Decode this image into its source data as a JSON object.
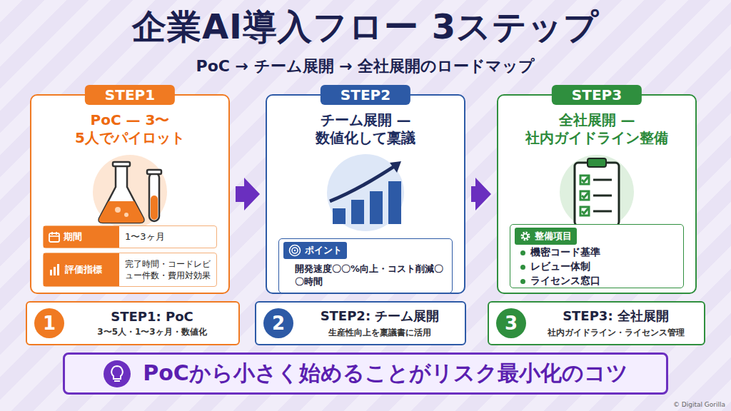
{
  "diagram": {
    "title": "企業AI導入フロー 3ステップ",
    "nodes": [
      {
        "text": [
          "STEP1",
          "PoC — 3〜5人でパイロット"
        ]
      },
      {
        "text": [
          "期間",
          "1〜3ヶ月"
        ],
        "in": 0
      },
      {
        "text": [
          "評価指標",
          "完了時間・コードレビュー件数・費用対効果"
        ],
        "in": 0
      },
      {
        "text": [
          "STEP2",
          "チーム展開 — 数値化して稟議"
        ]
      },
      {
        "text": [
          "ポイント",
          "開発速度〇〇%向上・コスト削減〇〇時間"
        ],
        "in": 3
      },
      {
        "text": [
          "STEP3",
          "全社展開 — 社内ガイドライン整備"
        ]
      },
      {
        "text": [
          "整備項目",
          "機密コード基準",
          "レビュー体制",
          "ライセンス窓口"
        ],
        "in": 5
      },
      {
        "text": [
          "1",
          "STEP1: PoC",
          "3〜5人・1〜3ヶ月・数値化"
        ]
      },
      {
        "text": [
          "2",
          "STEP2: チーム展開",
          "生産性向上を稟議書に活用"
        ]
      },
      {
        "text": [
          "3",
          "STEP3: 全社展開",
          "社内ガイドライン・ライセンス管理"
        ]
      },
      {
        "text": [
          "PoCから小さく始めることがリスク最小化のコツ"
        ]
      }
    ],
    "edges": [
      {
        "from": 0,
        "to": 3,
        "arrow": "to"
      },
      {
        "from": 3,
        "to": 5,
        "arrow": "to"
      }
    ],
    "labels": [
      "PoC → チーム展開 → 全社展開のロードマップ",
      "© Digital Gorilla"
    ]
  }
}
